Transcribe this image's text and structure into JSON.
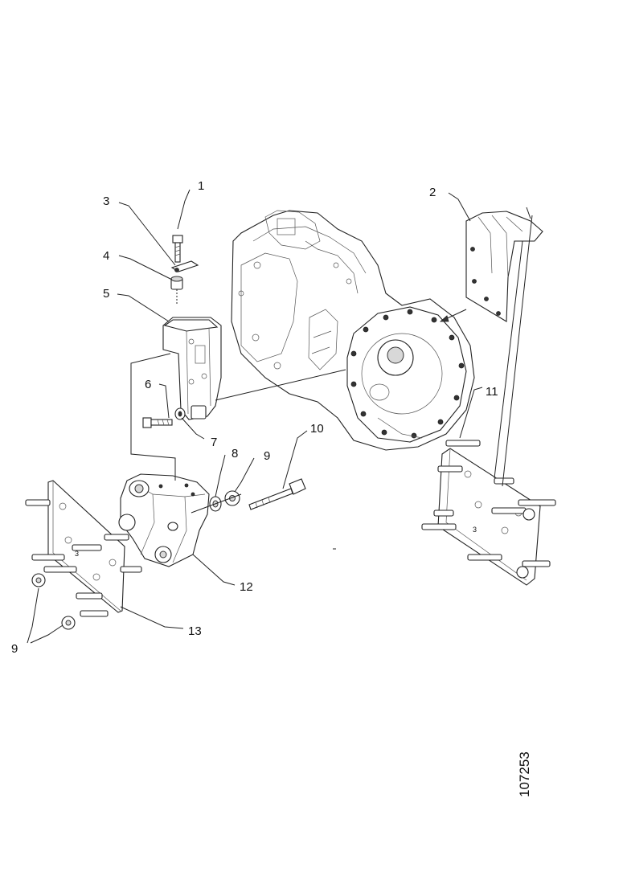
{
  "figure_ref": "107253",
  "callouts": [
    {
      "id": "c1",
      "label": "1"
    },
    {
      "id": "c2",
      "label": "2"
    },
    {
      "id": "c3",
      "label": "3"
    },
    {
      "id": "c4",
      "label": "4"
    },
    {
      "id": "c5",
      "label": "5"
    },
    {
      "id": "c6",
      "label": "6"
    },
    {
      "id": "c7",
      "label": "7"
    },
    {
      "id": "c8",
      "label": "8"
    },
    {
      "id": "c9a",
      "label": "9"
    },
    {
      "id": "c9b",
      "label": "9"
    },
    {
      "id": "c10",
      "label": "10"
    },
    {
      "id": "c11",
      "label": "11"
    },
    {
      "id": "c12",
      "label": "12"
    },
    {
      "id": "c13",
      "label": "13"
    }
  ],
  "plate_marks": [
    "3",
    "3"
  ]
}
